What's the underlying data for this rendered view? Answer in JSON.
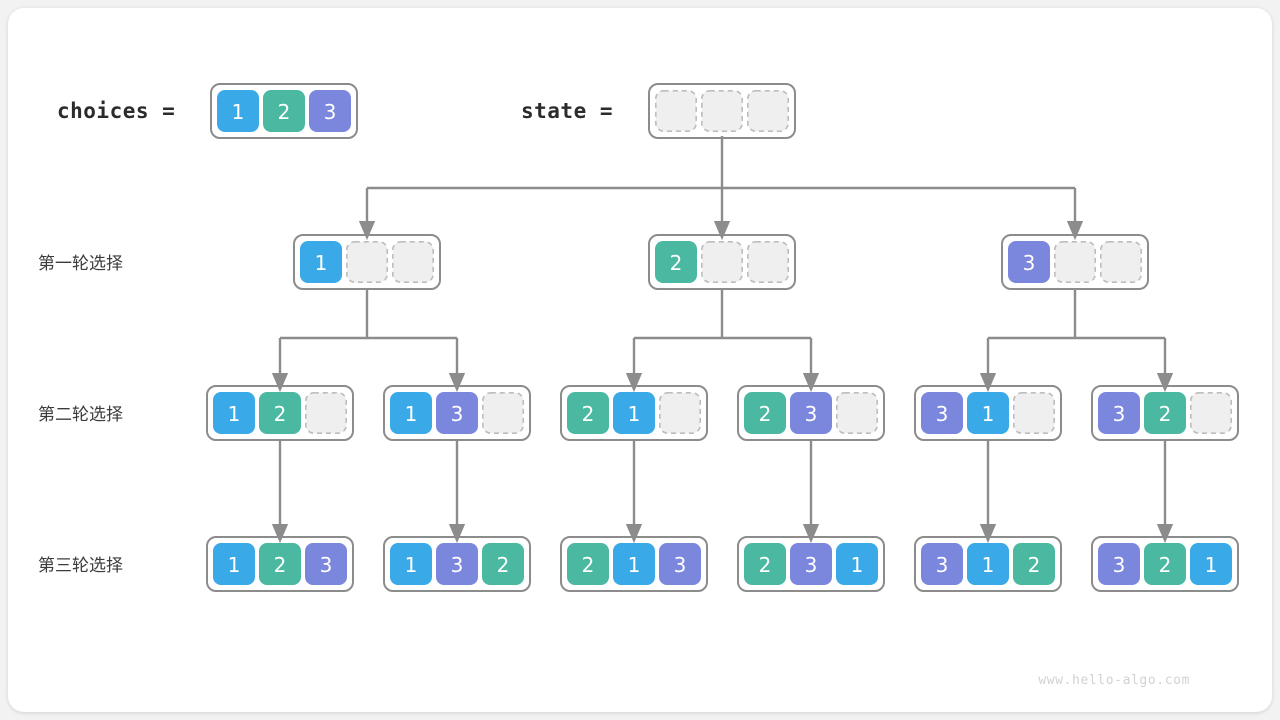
{
  "meta": {
    "watermark": "www.hello-algo.com",
    "background_color": "#f2f2f2",
    "panel_color": "#ffffff",
    "connector_color": "#8c8c8c",
    "frame_color": "#8c8c8c",
    "empty_cell_fill": "#efefef",
    "empty_cell_stroke": "#bdbdbd"
  },
  "palette": {
    "1": "#3aa9e8",
    "2": "#4bb9a1",
    "3": "#7b86dd",
    "empty": "#efefef"
  },
  "header": {
    "choices_label": "choices =",
    "choices_values": [
      "1",
      "2",
      "3"
    ],
    "state_label": "state =",
    "state_values": [
      "",
      "",
      ""
    ]
  },
  "row_labels": [
    "第一轮选择",
    "第二轮选择",
    "第三轮选择"
  ],
  "rows": [
    {
      "label": "第一轮选择",
      "nodes": [
        {
          "cells": [
            "1",
            "",
            ""
          ]
        },
        {
          "cells": [
            "2",
            "",
            ""
          ]
        },
        {
          "cells": [
            "3",
            "",
            ""
          ]
        }
      ]
    },
    {
      "label": "第二轮选择",
      "nodes": [
        {
          "cells": [
            "1",
            "2",
            ""
          ]
        },
        {
          "cells": [
            "1",
            "3",
            ""
          ]
        },
        {
          "cells": [
            "2",
            "1",
            ""
          ]
        },
        {
          "cells": [
            "2",
            "3",
            ""
          ]
        },
        {
          "cells": [
            "3",
            "1",
            ""
          ]
        },
        {
          "cells": [
            "3",
            "2",
            ""
          ]
        }
      ]
    },
    {
      "label": "第三轮选择",
      "nodes": [
        {
          "cells": [
            "1",
            "2",
            "3"
          ]
        },
        {
          "cells": [
            "1",
            "3",
            "2"
          ]
        },
        {
          "cells": [
            "2",
            "1",
            "3"
          ]
        },
        {
          "cells": [
            "2",
            "3",
            "1"
          ]
        },
        {
          "cells": [
            "3",
            "1",
            "2"
          ]
        },
        {
          "cells": [
            "3",
            "2",
            "1"
          ]
        }
      ]
    }
  ]
}
